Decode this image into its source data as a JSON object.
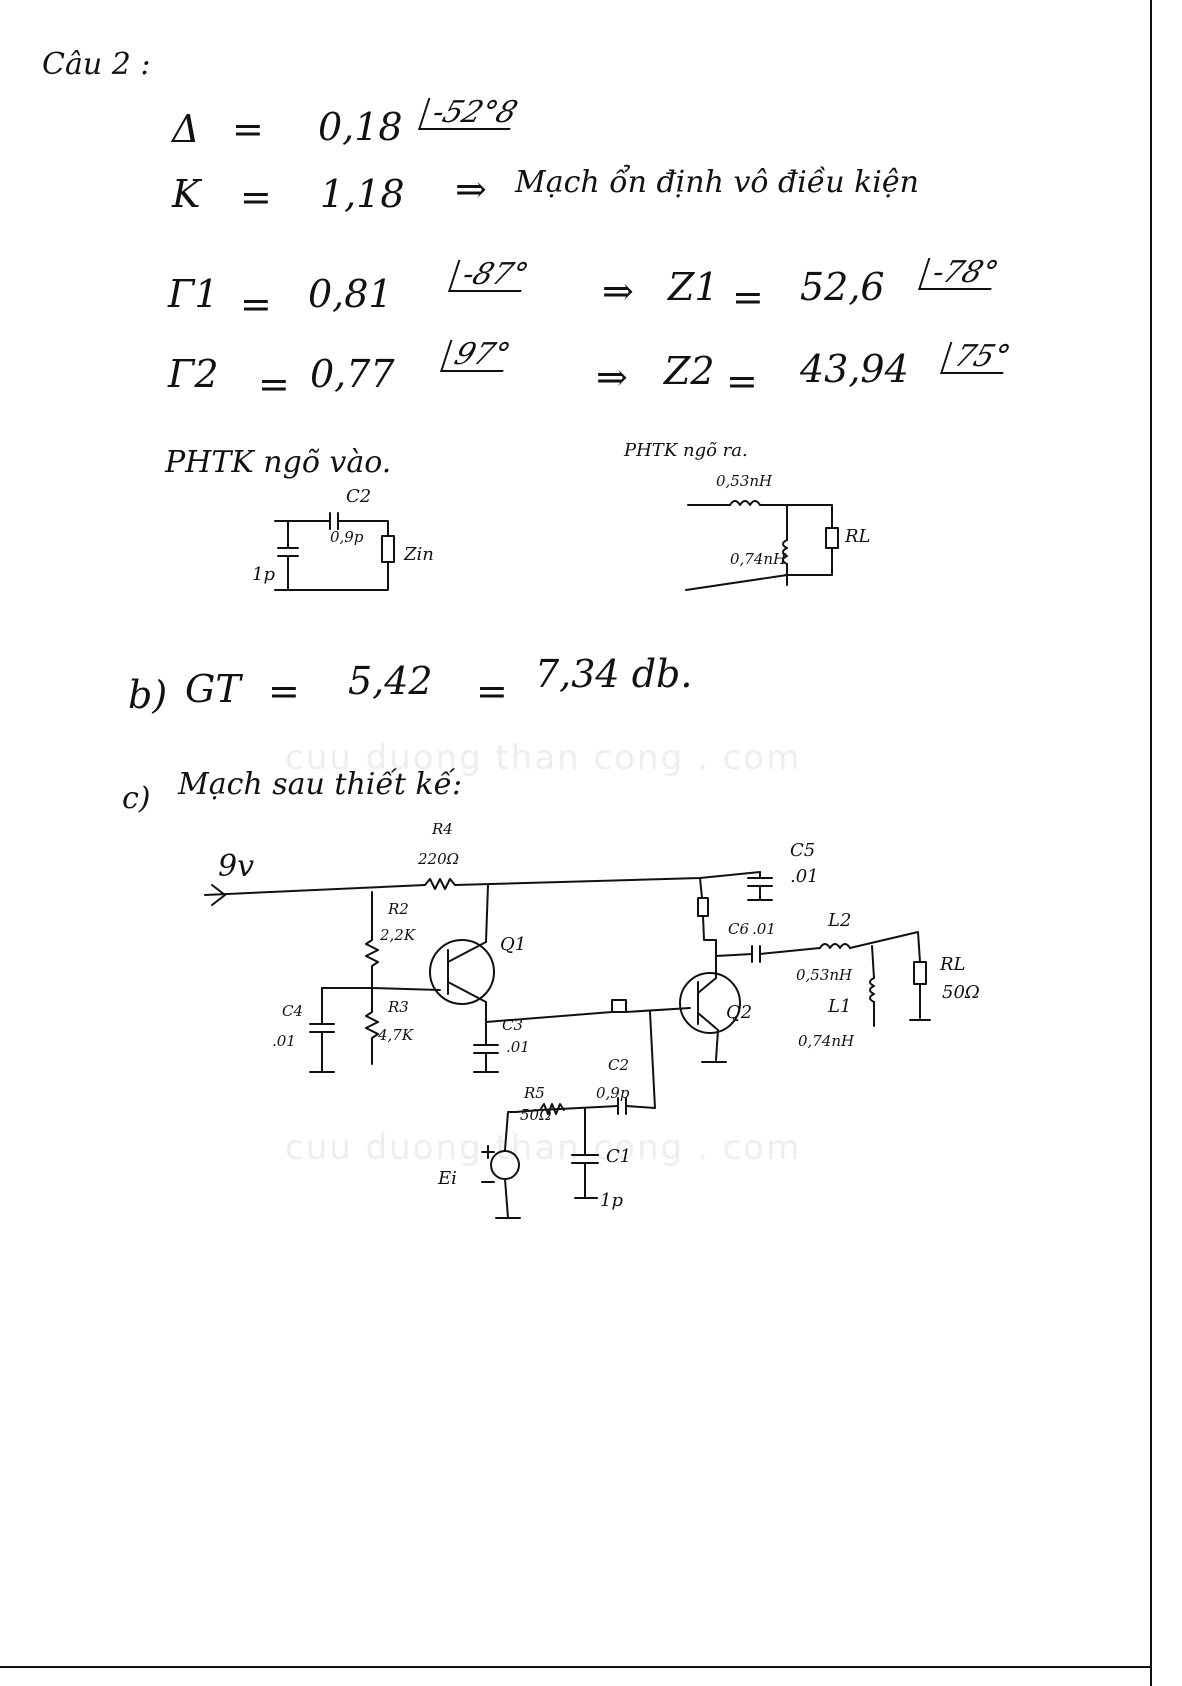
{
  "header": {
    "question": "Câu 2 :"
  },
  "part_a": {
    "delta": {
      "symbol": "Δ",
      "eq": "=",
      "value": "0,18",
      "angle": "-52°8"
    },
    "k": {
      "symbol": "K",
      "eq": "=",
      "value": "1,18",
      "arrow": "⇒",
      "text": "Mạch ổn định vô điều kiện"
    },
    "gamma1": {
      "symbol": "Γ1",
      "eq": "=",
      "value": "0,81",
      "angle": "-87°",
      "arrow": "⇒",
      "z_symbol": "Z1",
      "z_eq": "=",
      "z_value": "52,6",
      "z_angle": "-78°"
    },
    "gamma2": {
      "symbol": "Γ2",
      "eq": "=",
      "value": "0,77",
      "angle": "97°",
      "arrow": "⇒",
      "z_symbol": "Z2",
      "z_eq": "=",
      "z_value": "43,94",
      "z_angle": "75°"
    },
    "input_match": {
      "title": "PHTK ngõ vào.",
      "c2_label": "C2",
      "c2_value": "0,9p",
      "c_shunt_value": "1p",
      "load_label": "Zin"
    },
    "output_match": {
      "title": "PHTK ngõ ra.",
      "l_series_value": "0,53nH",
      "l_shunt_value": "0,74nH",
      "load_label": "RL"
    }
  },
  "part_b": {
    "label": "b)",
    "gt": "GT",
    "eq1": "=",
    "value": "5,42",
    "eq2": "=",
    "db": "7,34 db."
  },
  "part_c": {
    "label": "c)",
    "text": "Mạch sau thiết kế:",
    "supply": "9v",
    "components": {
      "r4_name": "R4",
      "r4_value": "220Ω",
      "r2_name": "R2",
      "r2_value": "2,2K",
      "r3_name": "R3",
      "r3_value": "4,7K",
      "c4_name": "C4",
      "c4_value": ".01",
      "c3_name": "C3",
      "c3_value": ".01",
      "c5_name": "C5",
      "c5_value": ".01",
      "c6_name": "C6",
      "c6_value": ".01",
      "q1_name": "Q1",
      "q2_name": "Q2",
      "l2_name": "L2",
      "l2_value": "0,53nH",
      "l1_name": "L1",
      "l1_value": "0,74nH",
      "rl_name": "RL",
      "rl_value": "50Ω",
      "r5_name": "R5",
      "r5_value": "50Ω",
      "c2_name": "C2",
      "c2_value": "0,9p",
      "c1_name": "C1",
      "c1_value": "1p",
      "source_name": "Ei"
    }
  },
  "watermark": {
    "text": "cuu duong than cong . com"
  }
}
